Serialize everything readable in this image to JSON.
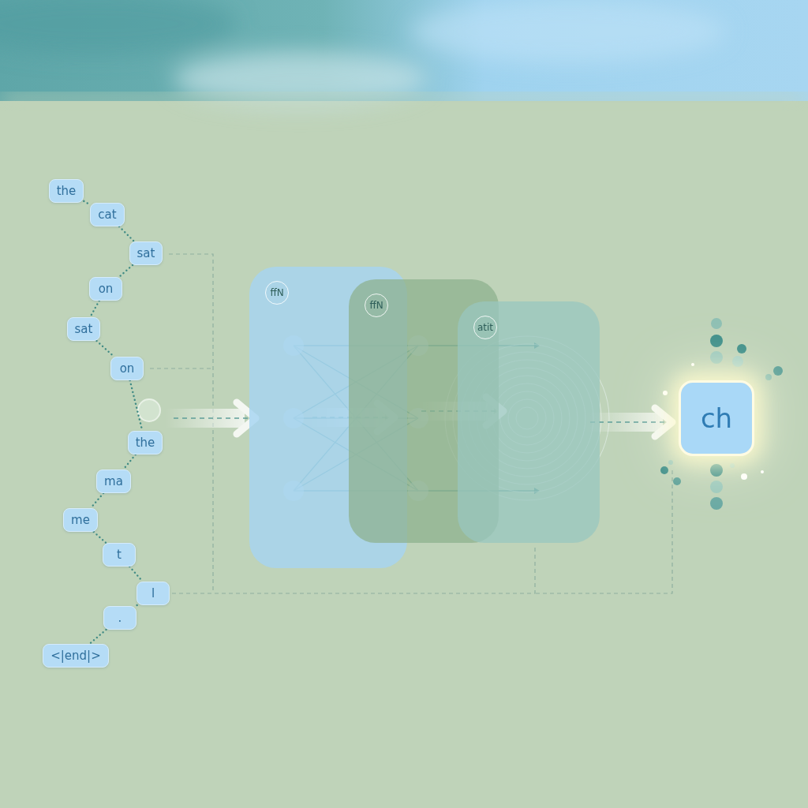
{
  "diagram": {
    "nodes": [
      {
        "text": [
          "the"
        ]
      },
      {
        "text": [
          "cat"
        ]
      },
      {
        "text": [
          "sat"
        ]
      },
      {
        "text": [
          "on"
        ]
      },
      {
        "text": [
          "sat"
        ]
      },
      {
        "text": [
          "on"
        ]
      },
      {
        "text": [
          "the"
        ]
      },
      {
        "text": [
          "ma"
        ]
      },
      {
        "text": [
          "me"
        ]
      },
      {
        "text": [
          "t"
        ]
      },
      {
        "text": [
          "l"
        ]
      },
      {
        "text": [
          "."
        ]
      },
      {
        "text": [
          "<|end|>"
        ]
      },
      {
        "text": [
          "ffN"
        ]
      },
      {
        "text": [
          "ffN"
        ]
      },
      {
        "text": [
          "atit"
        ]
      },
      {
        "text": [
          "ch"
        ]
      }
    ],
    "edges": [
      {
        "from": 0,
        "to": 1,
        "arrow": "none"
      },
      {
        "from": 1,
        "to": 2,
        "arrow": "none"
      },
      {
        "from": 2,
        "to": 3,
        "arrow": "none"
      },
      {
        "from": 3,
        "to": 4,
        "arrow": "none"
      },
      {
        "from": 4,
        "to": 5,
        "arrow": "none"
      },
      {
        "from": 5,
        "to": 6,
        "arrow": "none"
      },
      {
        "from": 6,
        "to": 7,
        "arrow": "none"
      },
      {
        "from": 7,
        "to": 8,
        "arrow": "none"
      },
      {
        "from": 8,
        "to": 9,
        "arrow": "none"
      },
      {
        "from": 9,
        "to": 10,
        "arrow": "none"
      },
      {
        "from": 10,
        "to": 11,
        "arrow": "none"
      },
      {
        "from": 11,
        "to": 12,
        "arrow": "none"
      },
      {
        "from": 13,
        "to": 14,
        "arrow": "to"
      },
      {
        "from": 14,
        "to": 15,
        "arrow": "to"
      },
      {
        "from": 15,
        "to": 16,
        "arrow": "to"
      }
    ]
  }
}
